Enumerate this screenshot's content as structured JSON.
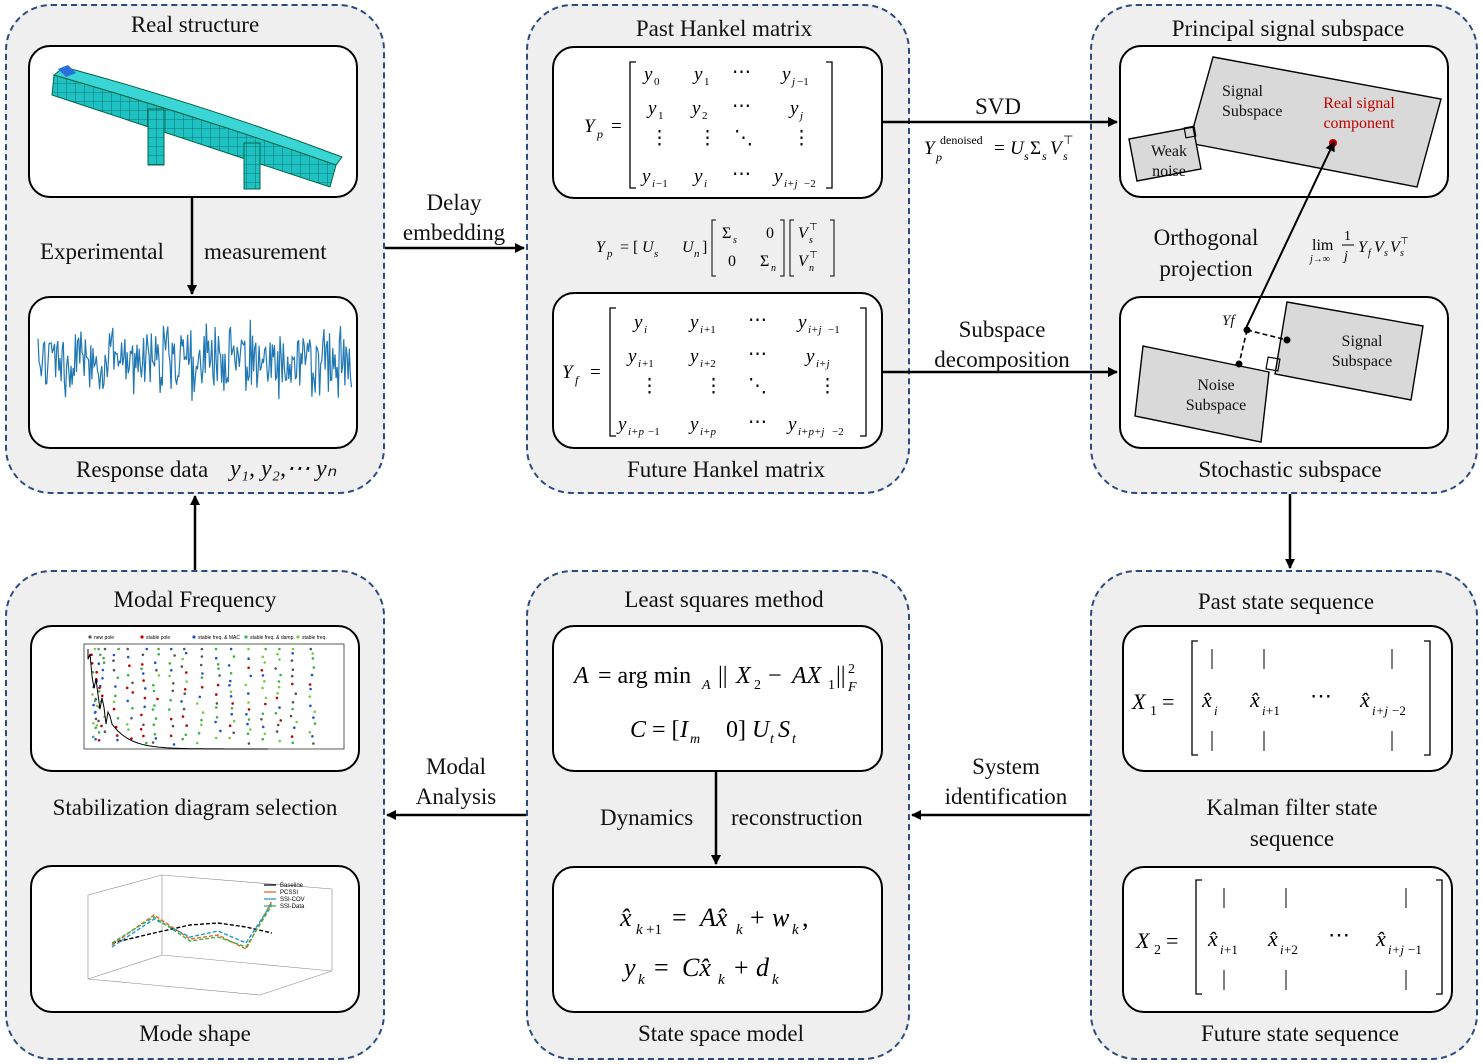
{
  "panels": {
    "real_structure": {
      "title": "Real structure",
      "left_label": "Experimental",
      "right_label": "measurement",
      "caption_text": "Response data",
      "caption_math": "y₁, y₂,⋯ yₙ"
    },
    "past_hankel": {
      "title": "Past Hankel matrix",
      "caption": "Future Hankel matrix"
    },
    "principal": {
      "title": "Principal signal subspace",
      "signal_subspace": "Signal Subspace",
      "real_signal": "Real signal component",
      "weak_noise": "Weak noise",
      "ortho": "Orthogonal projection",
      "noise_subspace": "Noise Subspace",
      "signal_subspace2": "Signal Subspace",
      "yf": "Yf",
      "caption": "Stochastic subspace"
    },
    "modal": {
      "title": "Modal Frequency",
      "stab": "Stabilization diagram selection",
      "caption": "Mode shape"
    },
    "least_squares": {
      "title": "Least squares method",
      "left_label": "Dynamics",
      "right_label": "reconstruction",
      "caption": "State space model"
    },
    "past_state": {
      "title": "Past state sequence",
      "kalman": "Kalman filter state sequence",
      "caption": "Future state sequence"
    }
  },
  "arrows": {
    "delay": "Delay embedding",
    "svd": "SVD",
    "subspace": "Subspace decomposition",
    "system_id": "System identification",
    "modal_analysis": "Modal Analysis"
  },
  "legend_stab": [
    "new pole",
    "stable pole",
    "stable freq. & MAC",
    "stable freq. & damp.",
    "stable freq."
  ],
  "legend_mode": [
    "Baseline",
    "PCSSI",
    "SSI-COV",
    "SSI-Data"
  ],
  "colors": {
    "panel_border": "#2b4a7e",
    "panel_fill": "#efefef",
    "signal_red": "#c00000",
    "beam": "#1fc2c2",
    "response": "#1f77b4"
  }
}
